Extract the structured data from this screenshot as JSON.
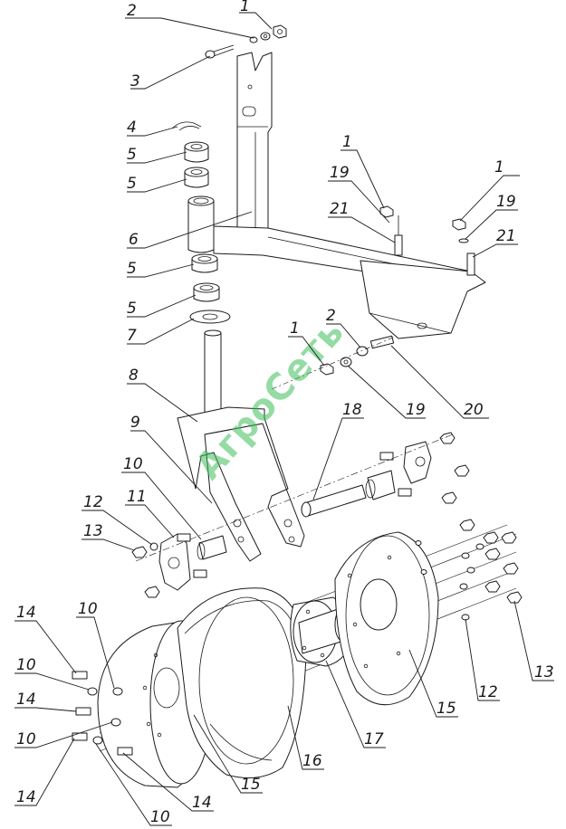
{
  "diagram": {
    "watermark": "АгроСеть",
    "callouts": [
      {
        "id": "c-2a",
        "label": "2"
      },
      {
        "id": "c-1a",
        "label": "1"
      },
      {
        "id": "c-3",
        "label": "3"
      },
      {
        "id": "c-4",
        "label": "4"
      },
      {
        "id": "c-5a",
        "label": "5"
      },
      {
        "id": "c-5b",
        "label": "5"
      },
      {
        "id": "c-6",
        "label": "6"
      },
      {
        "id": "c-1b",
        "label": "1"
      },
      {
        "id": "c-19a",
        "label": "19"
      },
      {
        "id": "c-21a",
        "label": "21"
      },
      {
        "id": "c-1c",
        "label": "1"
      },
      {
        "id": "c-19b",
        "label": "19"
      },
      {
        "id": "c-21b",
        "label": "21"
      },
      {
        "id": "c-5c",
        "label": "5"
      },
      {
        "id": "c-5d",
        "label": "5"
      },
      {
        "id": "c-7",
        "label": "7"
      },
      {
        "id": "c-2b",
        "label": "2"
      },
      {
        "id": "c-1d",
        "label": "1"
      },
      {
        "id": "c-19c",
        "label": "19"
      },
      {
        "id": "c-20",
        "label": "20"
      },
      {
        "id": "c-8",
        "label": "8"
      },
      {
        "id": "c-18",
        "label": "18"
      },
      {
        "id": "c-9",
        "label": "9"
      },
      {
        "id": "c-10a",
        "label": "10"
      },
      {
        "id": "c-12a",
        "label": "12"
      },
      {
        "id": "c-11",
        "label": "11"
      },
      {
        "id": "c-13a",
        "label": "13"
      },
      {
        "id": "c-14a",
        "label": "14"
      },
      {
        "id": "c-10b",
        "label": "10"
      },
      {
        "id": "c-10c",
        "label": "10"
      },
      {
        "id": "c-14b",
        "label": "14"
      },
      {
        "id": "c-10d",
        "label": "10"
      },
      {
        "id": "c-14c",
        "label": "14"
      },
      {
        "id": "c-10e",
        "label": "10"
      },
      {
        "id": "c-14d",
        "label": "14"
      },
      {
        "id": "c-15a",
        "label": "15"
      },
      {
        "id": "c-16",
        "label": "16"
      },
      {
        "id": "c-17",
        "label": "17"
      },
      {
        "id": "c-15b",
        "label": "15"
      },
      {
        "id": "c-12b",
        "label": "12"
      },
      {
        "id": "c-13b",
        "label": "13"
      }
    ]
  }
}
